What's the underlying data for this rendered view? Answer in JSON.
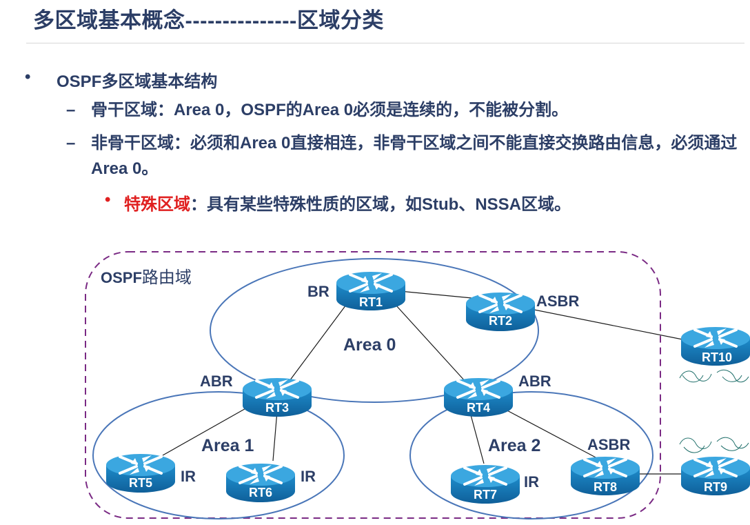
{
  "title": "多区域基本概念---------------区域分类",
  "bullets": {
    "main": {
      "marker": "•",
      "text": "OSPF多区域基本结构"
    },
    "backbone": {
      "marker": "–",
      "label": "骨干区域",
      "text": "：Area 0，OSPF的Area 0必须是连续的，不能被分割。"
    },
    "nonbackbone": {
      "marker": "–",
      "label": "非骨干区域",
      "text": "：必须和Area 0直接相连，非骨干区域之间不能直接交换路由信息，必须通过Area 0。"
    },
    "special": {
      "marker": "•",
      "label": "特殊区域",
      "text": "：具有某些特殊性质的区域，如Stub、NSSA区域。"
    }
  },
  "diagram": {
    "domain_prefix": "OSPF",
    "domain_suffix": "路由域",
    "areas": {
      "area0": "Area 0",
      "area1": "Area 1",
      "area2": "Area 2"
    },
    "routers": {
      "rt1": "RT1",
      "rt2": "RT2",
      "rt3": "RT3",
      "rt4": "RT4",
      "rt5": "RT5",
      "rt6": "RT6",
      "rt7": "RT7",
      "rt8": "RT8",
      "rt9": "RT9",
      "rt10": "RT10"
    },
    "roles": {
      "rt1": "BR",
      "rt2": "ASBR",
      "rt3": "ABR",
      "rt4": "ABR",
      "rt5": "IR",
      "rt6": "IR",
      "rt7": "IR",
      "rt8": "ASBR"
    },
    "colors": {
      "router_fill": "#1b84c3",
      "router_top": "#3aa6de",
      "area_stroke": "#4a76b8",
      "domain_stroke": "#7a2a84",
      "text": "#2c3e66",
      "special": "#e02020"
    }
  }
}
